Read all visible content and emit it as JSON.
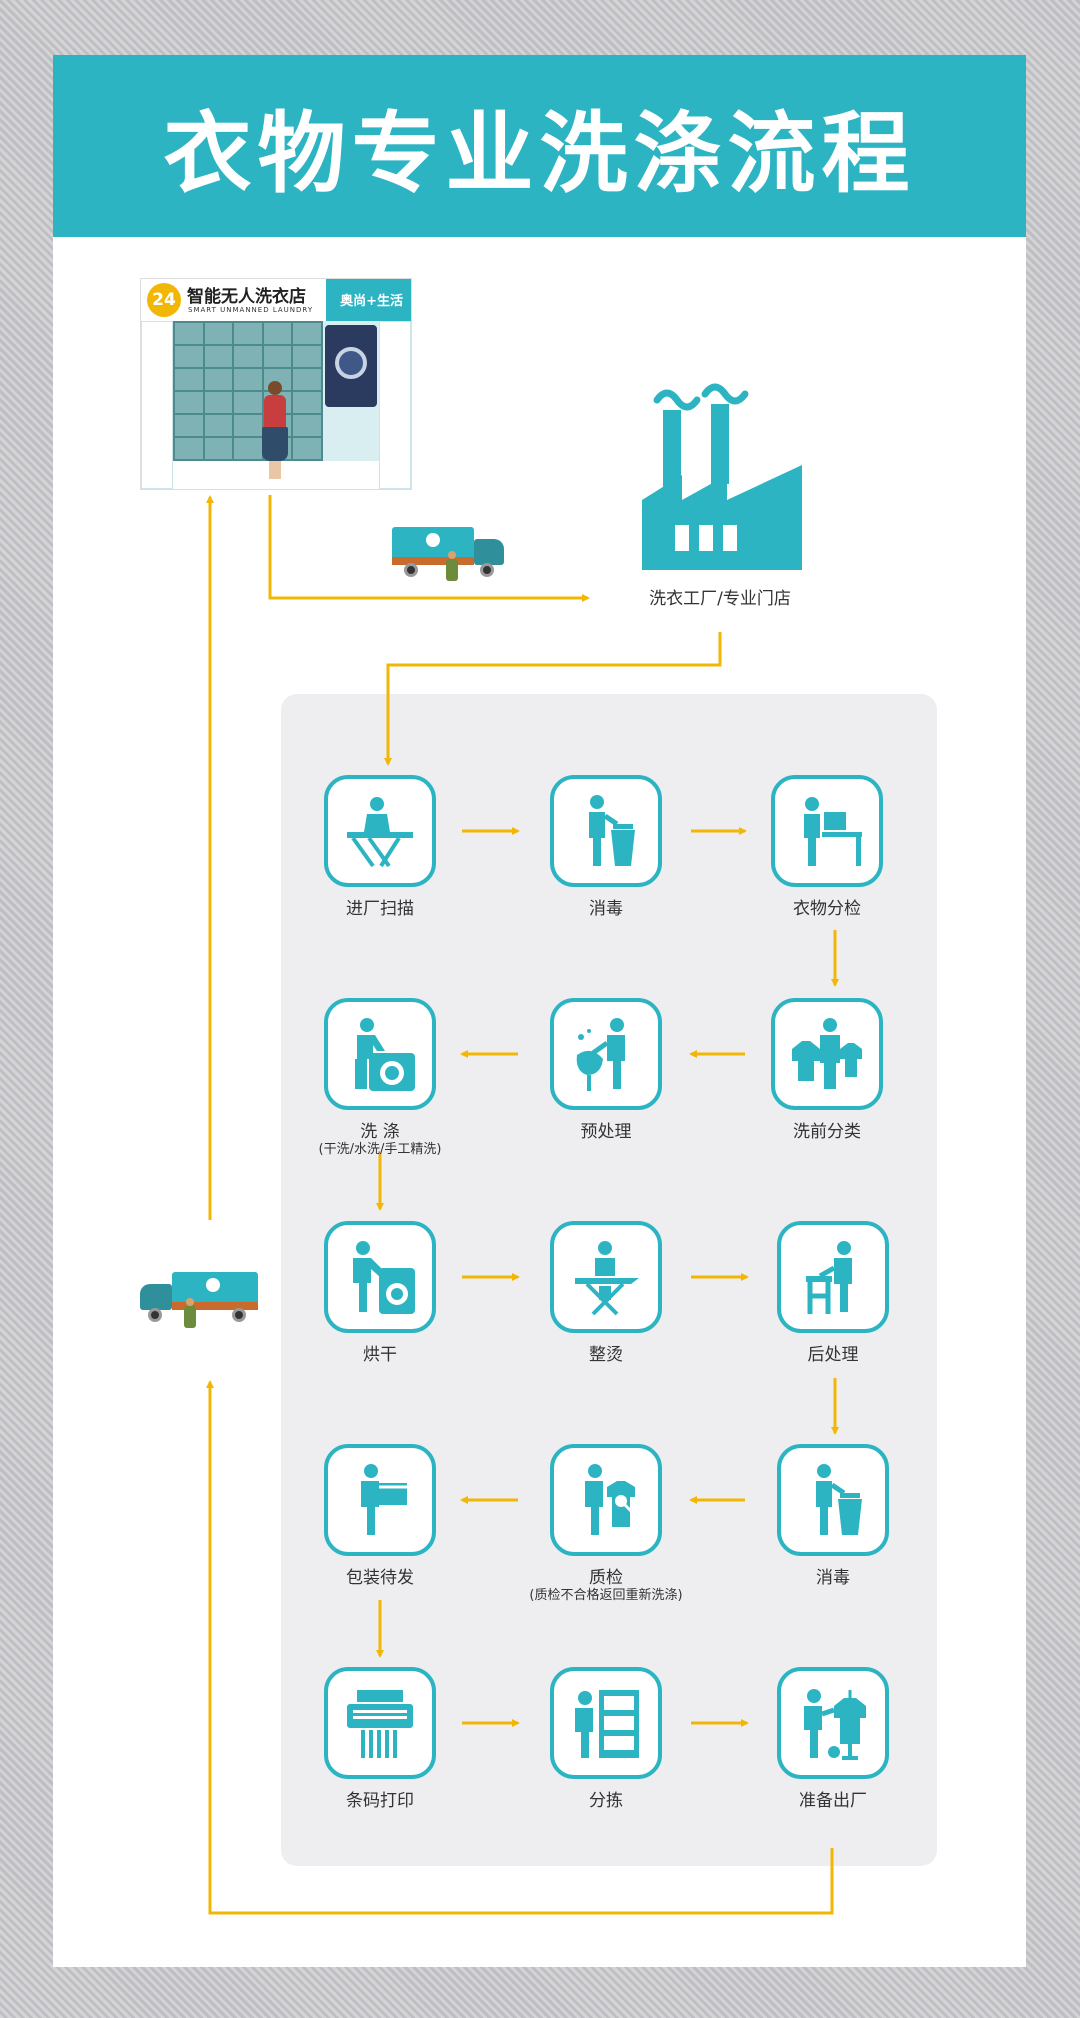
{
  "title": "衣物专业洗涤流程",
  "store": {
    "badge": "24",
    "name": "智能无人洗衣店",
    "subtitle": "SMART UNMANNED LAUNDRY",
    "brand": "奥尚+生活"
  },
  "factory": {
    "label": "洗衣工厂/专业门店"
  },
  "steps": [
    {
      "label": "进厂扫描",
      "note": "",
      "icon": "scan-icon"
    },
    {
      "label": "消毒",
      "note": "",
      "icon": "disinfect-icon"
    },
    {
      "label": "衣物分检",
      "note": "",
      "icon": "sort-table-icon"
    },
    {
      "label": "洗前分类",
      "note": "",
      "icon": "hanger-icon"
    },
    {
      "label": "预处理",
      "note": "",
      "icon": "pretreat-icon"
    },
    {
      "label": "洗 涤",
      "note": "(干洗/水洗/手工精洗)",
      "icon": "washing-icon"
    },
    {
      "label": "烘干",
      "note": "",
      "icon": "dryer-icon"
    },
    {
      "label": "整烫",
      "note": "",
      "icon": "ironing-icon"
    },
    {
      "label": "后处理",
      "note": "",
      "icon": "post-process-icon"
    },
    {
      "label": "消毒",
      "note": "",
      "icon": "disinfect-icon"
    },
    {
      "label": "质检",
      "note": "(质检不合格返回重新洗涤)",
      "icon": "inspect-icon"
    },
    {
      "label": "包装待发",
      "note": "",
      "icon": "package-icon"
    },
    {
      "label": "条码打印",
      "note": "",
      "icon": "printer-icon"
    },
    {
      "label": "分拣",
      "note": "",
      "icon": "shelf-icon"
    },
    {
      "label": "准备出厂",
      "note": "",
      "icon": "garment-steamer-icon"
    }
  ],
  "colors": {
    "accent": "#2cb4c3",
    "arrow": "#f2b705",
    "panel": "#eeeef1"
  }
}
